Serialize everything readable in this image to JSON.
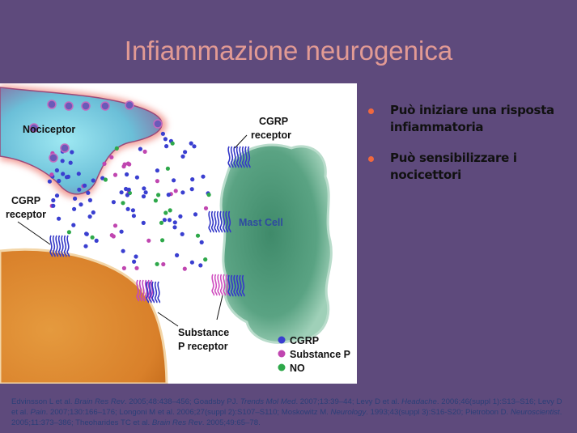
{
  "slide": {
    "title": "Infiammazione neurogenica",
    "bullets": [
      "Può iniziare una risposta infiammatoria",
      "Può sensibilizzare i nocicettori"
    ],
    "bullet_color": "#f0683e"
  },
  "figure": {
    "labels": {
      "nociceptor": "Nociceptor",
      "cgrp_receptor_right_1": "CGRP",
      "cgrp_receptor_right_2": "receptor",
      "cgrp_receptor_left_1": "CGRP",
      "cgrp_receptor_left_2": "receptor",
      "mast_cell": "Mast Cell",
      "sp_receptor_1": "Substance",
      "sp_receptor_2": "P receptor"
    },
    "legend": [
      {
        "label": "CGRP",
        "color": "#3a3fd0"
      },
      {
        "label": "Substance P",
        "color": "#c046b0"
      },
      {
        "label": "NO",
        "color": "#2ea84a"
      }
    ]
  },
  "references": [
    {
      "text": "Edvinsson L et al. ",
      "journal": "Brain Res Rev",
      "rest": ". 2005;48:438–456;  "
    },
    {
      "text": "Goadsby PJ. ",
      "journal": "Trends Mol Med",
      "rest": ". 2007;13:39–44;  "
    },
    {
      "text": "Levy D et al. ",
      "journal": "Headache",
      "rest": ". 2006;46(suppl 1):S13–S16;  "
    },
    {
      "text": "Levy D et al. ",
      "journal": "Pain",
      "rest": ". 2007;130:166–176;  "
    },
    {
      "text": "Longoni M et al. 2006;27(suppl 2):S107–S110;  ",
      "journal": "",
      "rest": ""
    },
    {
      "text": "Moskowitz  M. ",
      "journal": "Neurology",
      "rest": ". 1993;43(suppl 3):S16-S20;  "
    },
    {
      "text": "Pietrobon  D. ",
      "journal": "Neuroscientist",
      "rest": ". 2005;11:373–386;  "
    },
    {
      "text": "Theoharides TC et al. ",
      "journal": "Brain Res Rev",
      "rest": ". 2005;49:65–78."
    }
  ]
}
